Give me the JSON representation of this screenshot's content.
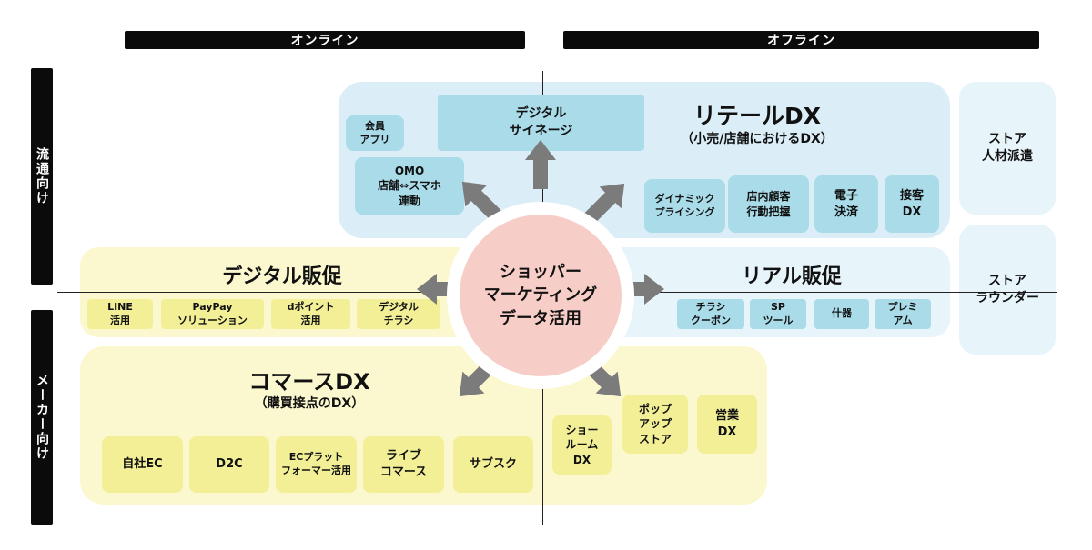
{
  "headers": {
    "online": "オンライン",
    "offline": "オフライン"
  },
  "side_labels": {
    "distribution": "流通向け",
    "maker": "メーカー向け"
  },
  "center": "ショッパー\nマーケティング\nデータ活用",
  "retail_dx": {
    "title": "リテールDX",
    "subtitle": "（小売/店舗におけるDX）",
    "items": {
      "member_app": "会員\nアプリ",
      "signage": "デジタル\nサイネージ",
      "omo": "OMO\n店舗⇔スマホ\n連動",
      "dynamic_pricing": "ダイナミック\nプライシング",
      "customer_behavior": "店内顧客\n行動把握",
      "epayment": "電子\n決済",
      "service_dx": "接客\nDX"
    }
  },
  "store_staffing": "ストア\n人材派遣",
  "store_rounder": "ストア\nラウンダー",
  "digital_promo": {
    "title": "デジタル販促",
    "items": {
      "line": "LINE\n活用",
      "paypay": "PayPay\nソリューション",
      "dpoint": "dポイント\n活用",
      "digital_flyer": "デジタル\nチラシ"
    }
  },
  "real_promo": {
    "title": "リアル販促",
    "items": {
      "coupon": "チラシ\nクーポン",
      "sp_tool": "SP\nツール",
      "fixture": "什器",
      "premium": "プレミ\nアム"
    }
  },
  "commerce_dx": {
    "title": "コマースDX",
    "subtitle": "（購買接点のDX）",
    "items": {
      "own_ec": "自社EC",
      "d2c": "D2C",
      "ec_platform": "ECプラット\nフォーマー活用",
      "live_commerce": "ライブ\nコマース",
      "subscription": "サブスク"
    }
  },
  "offline_maker": {
    "showroom": "ショー\nルーム\nDX",
    "popup": "ポップ\nアップ\nストア",
    "sales_dx": "営業\nDX"
  },
  "colors": {
    "arrow": "#7b7b7b",
    "center": "#f7cdc7",
    "blue_zone": "#dbeef7",
    "yellow_zone": "#fbf8cf"
  }
}
